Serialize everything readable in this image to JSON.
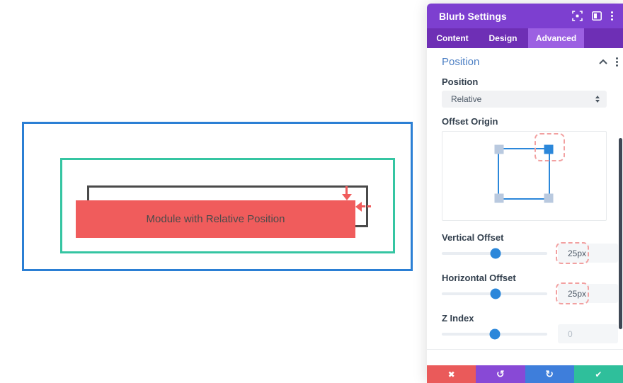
{
  "canvas": {
    "module_label": "Module with Relative Position"
  },
  "panel": {
    "title": "Blurb Settings",
    "tabs": [
      {
        "label": "Content"
      },
      {
        "label": "Design"
      },
      {
        "label": "Advanced"
      }
    ],
    "active_tab": "Advanced",
    "section": {
      "title": "Position",
      "position_label": "Position",
      "position_value": "Relative",
      "offset_origin_label": "Offset Origin",
      "vertical_offset": {
        "label": "Vertical Offset",
        "value": "25px"
      },
      "horizontal_offset": {
        "label": "Horizontal Offset",
        "value": "25px"
      },
      "z_index": {
        "label": "Z Index",
        "value": "0"
      }
    },
    "footer": {
      "close_glyph": "✖",
      "undo_glyph": "↺",
      "redo_glyph": "↻",
      "check_glyph": "✔"
    }
  },
  "icons": {
    "header": [
      "expand-icon",
      "columns-icon",
      "kebab-menu-icon"
    ],
    "section": [
      "chevron-up-icon",
      "kebab-menu-icon"
    ],
    "select": [
      "updown-stepper-icon"
    ],
    "footer": [
      "close-icon",
      "undo-icon",
      "redo-icon",
      "check-icon"
    ]
  },
  "colors": {
    "header_purple": "#7d3fd0",
    "tabbar_purple": "#6e2fb5",
    "active_tab_purple": "#9c60e2",
    "section_title_blue": "#4c7fc4",
    "accent_blue": "#2b87da",
    "origin_handle_gray": "#b9c9df",
    "highlight_dotted_red": "#f2a0a0",
    "canvas_section_blue": "#2b7fd4",
    "canvas_row_teal": "#35c5a2",
    "canvas_original_gray": "#4a4a4a",
    "module_red": "#f05c5c",
    "button_red": "#ea5a5a",
    "button_purple": "#8849d6",
    "button_blue": "#3e7edb",
    "button_green": "#2fbf9b",
    "scrollbar_dark": "#3f4855"
  }
}
